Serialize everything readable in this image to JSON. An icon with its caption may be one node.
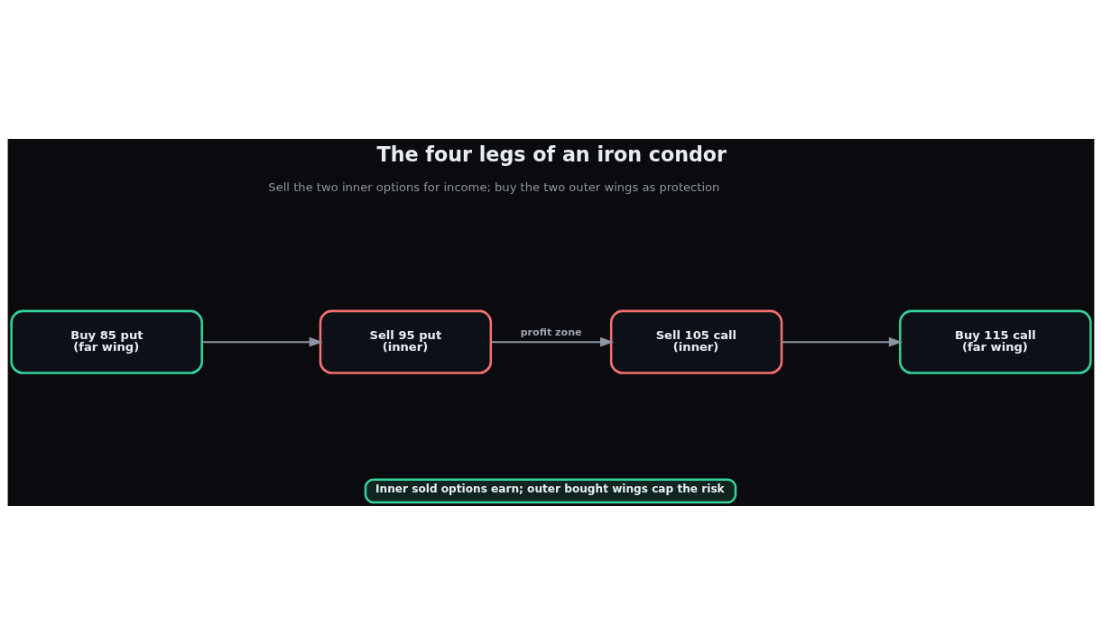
{
  "diagram": {
    "title": "The four legs of an iron condor",
    "nodes": [
      {
        "text": [
          "Buy 85 put",
          "(far wing)"
        ]
      },
      {
        "text": [
          "Sell 95 put",
          "(inner)"
        ]
      },
      {
        "text": [
          "Sell 105 call",
          "(inner)"
        ]
      },
      {
        "text": [
          "Buy 115 call",
          "(far wing)"
        ]
      },
      {
        "text": [
          "Inner sold options earn; outer bought wings cap the risk"
        ]
      }
    ],
    "edges": [
      {
        "from": 0,
        "to": 1,
        "arrow": "to"
      },
      {
        "from": 1,
        "to": 2,
        "arrow": "to",
        "label": "profit zone"
      },
      {
        "from": 2,
        "to": 3,
        "arrow": "to"
      }
    ],
    "labels": [
      "Sell the two inner options for income; buy the two outer wings as protection"
    ]
  }
}
